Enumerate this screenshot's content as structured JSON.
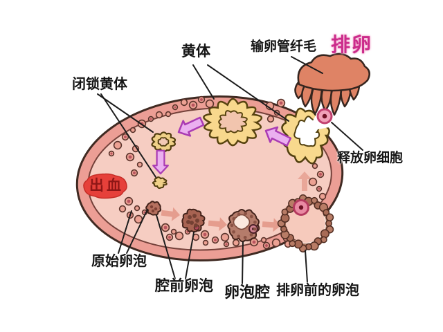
{
  "labels": {
    "atretic_corpus_luteum": "闭锁黄体",
    "corpus_luteum": "黄体",
    "fallopian_tube_cilia": "输卵管纤毛",
    "ovulation": "排卵",
    "release_of_egg_cell": "释放卵细胞",
    "hemorrhage": "出血",
    "primordial_follicle": "原始卵泡",
    "preantral_follicle": "腔前卵泡",
    "follicular_antrum": "卵泡腔",
    "preovulatory_follicle": "排卵前的卵泡"
  },
  "colors": {
    "background": "#ffffff",
    "label_text": "#151515",
    "ovulation_label": "#cb2b8b",
    "hemorrhage_badge": "#e6403a",
    "hemorrhage_text": "#8e1616",
    "ovary_rim": "#ec9e95",
    "ovary_interior": "#f6cdc2",
    "corpus_luteum_yellow": "#f8d88d",
    "fimbria_salmon": "#df8365",
    "follicle_brown": "#a86352",
    "oocyte_pink": "#f0a1b8",
    "arrow_magenta_fill": "#ebb0f0",
    "arrow_magenta_stroke": "#aa3cb4",
    "arrow_salmon": "#e49a8b"
  }
}
